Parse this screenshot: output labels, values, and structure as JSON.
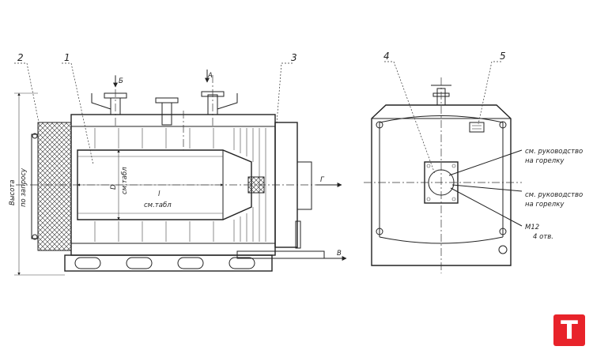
{
  "callouts": {
    "n1": "1",
    "n2": "2",
    "n3": "3",
    "n4": "4",
    "n5": "5"
  },
  "arrows": {
    "a": "А",
    "b": "Б",
    "v": "В",
    "g": "Г"
  },
  "dims": {
    "height_line1": "Высота",
    "height_line2": "по запросу",
    "d": "D",
    "d_ref": "см.табл",
    "l": "l",
    "l_ref": "см.табл"
  },
  "notes": {
    "note1_line1": "см. руководство",
    "note1_line2": "на горелку",
    "note2_line1": "см. руководство",
    "note2_line2": "на горелку",
    "bolt": "М12",
    "holes": "4 отв."
  },
  "logo": {
    "glyph": "T",
    "color": "#e8232a"
  }
}
